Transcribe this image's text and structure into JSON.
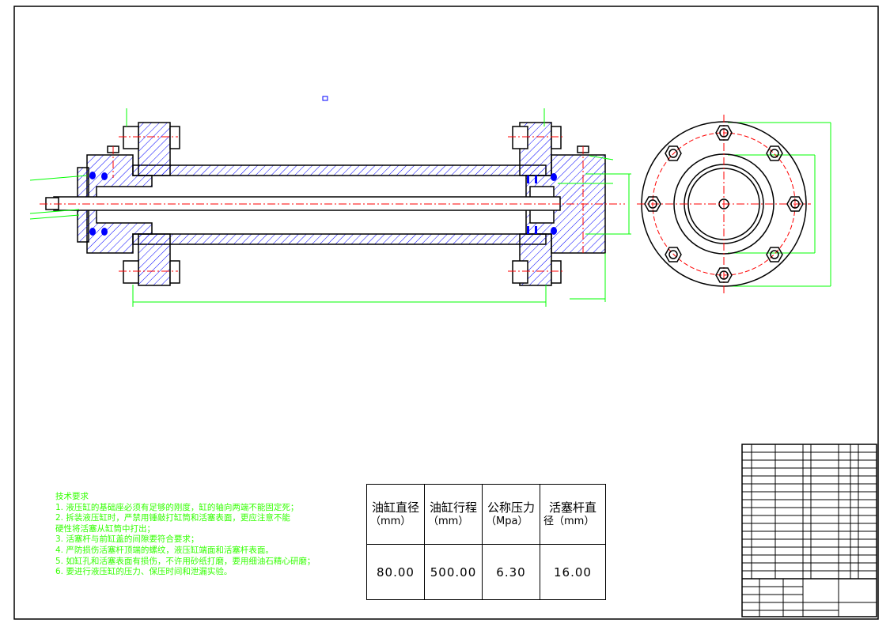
{
  "technical_requirements": {
    "title": "技术要求",
    "items": [
      "1. 液压缸的基础座必须有足够的刚度，缸的轴向两端不能固定死；",
      "2. 拆装液压缸时，严禁用锤敲打缸筒和活塞表面，更应注意不能",
      "硬性将活塞从缸筒中打出；",
      "3. 活塞杆与前缸盖的间隙要符合要求；",
      "4. 严防损伤活塞杆顶端的螺纹，液压缸端面和活塞杆表面。",
      "5. 如缸孔和活塞表面有损伤，不许用砂纸打磨，要用细油石精心研磨；",
      "6. 要进行液压缸的压力、保压时间和泄漏实验。"
    ]
  },
  "parameters": {
    "headers": [
      {
        "name": "油缸直径",
        "unit": "（mm）"
      },
      {
        "name": "油缸行程",
        "unit": "（mm）"
      },
      {
        "name": "公称压力",
        "unit": "（Mpa）"
      },
      {
        "name": "活塞杆直",
        "unit": "径（mm）"
      }
    ],
    "values": [
      "80.00",
      "500.00",
      "6.30",
      "16.00"
    ]
  },
  "colors": {
    "outline": "#000000",
    "hatch": "#0000ff",
    "centerline": "#ff0000",
    "dimension": "#00ff00",
    "text": "#33ff00"
  }
}
